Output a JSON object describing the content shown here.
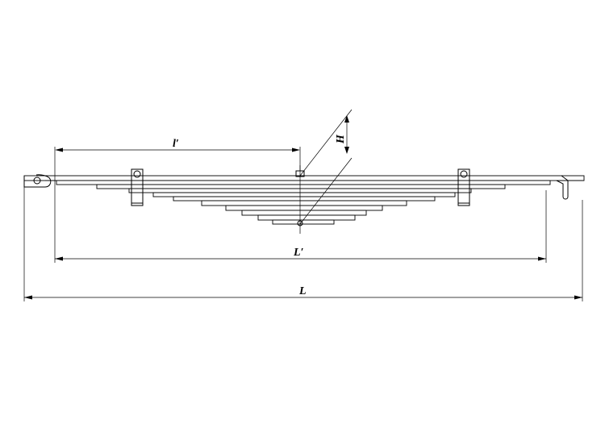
{
  "labels": {
    "small_l": "l′",
    "big_l_prime": "L′",
    "big_l": "L",
    "height": "H"
  },
  "colors": {
    "line": "#000000",
    "background": "#ffffff"
  }
}
